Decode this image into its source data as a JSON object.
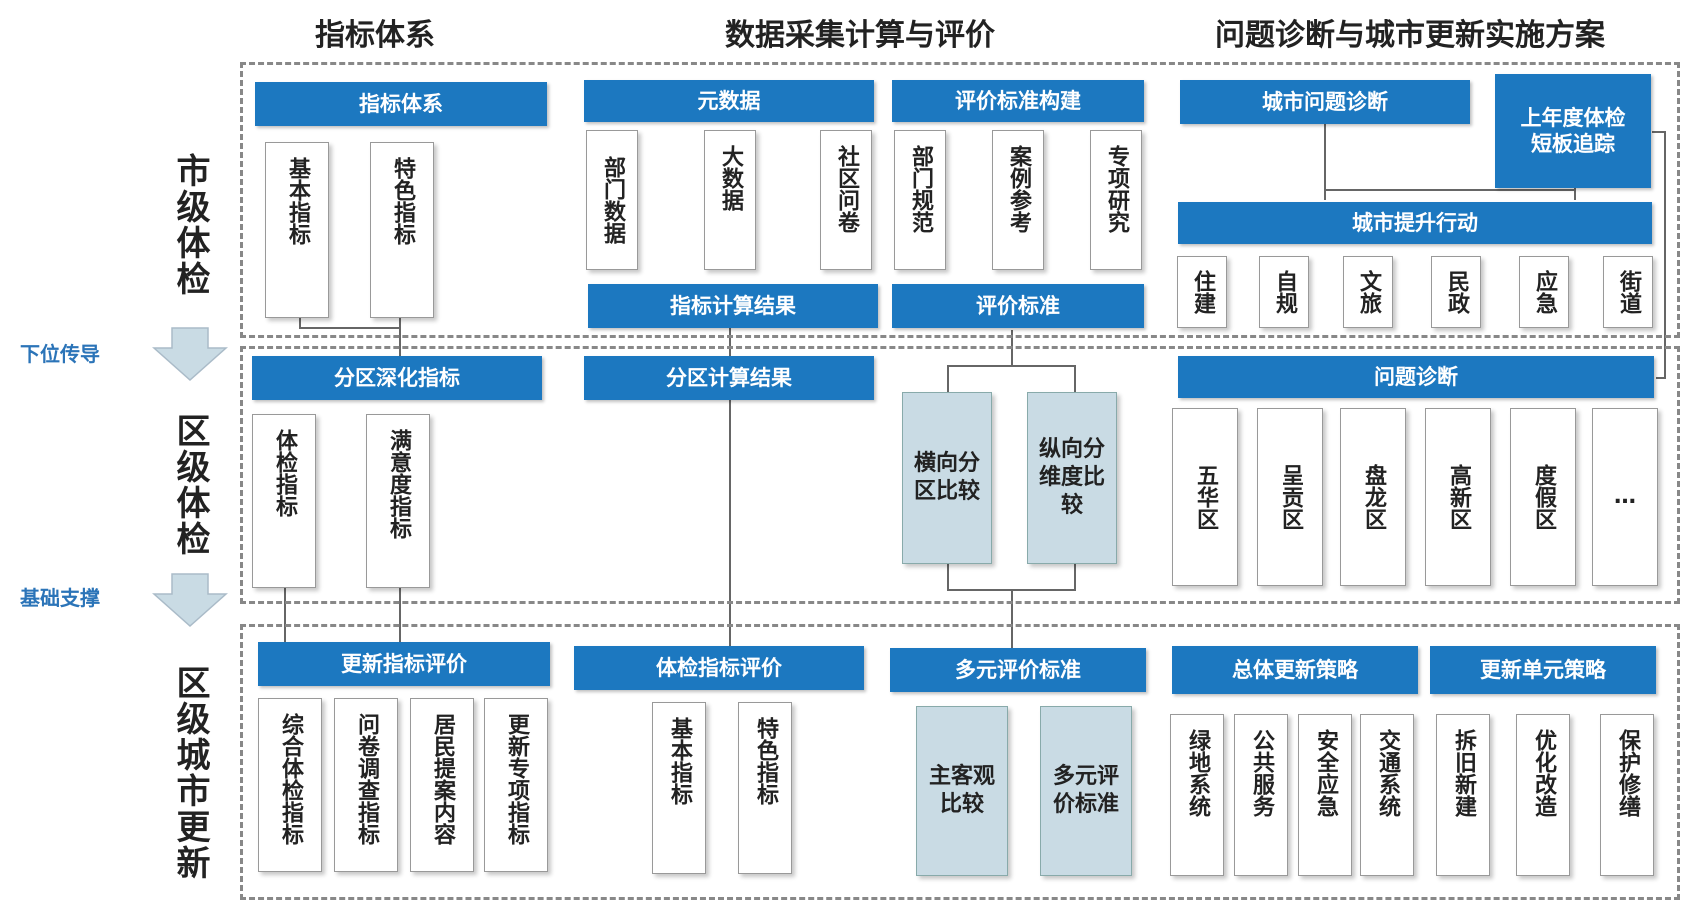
{
  "titles": {
    "col1": "指标体系",
    "col2": "数据采集计算与评价",
    "col3": "问题诊断与城市更新实施方案"
  },
  "rows": {
    "row1": "市级体检",
    "row2": "区级体检",
    "row3": "区级城市更新"
  },
  "arrows": {
    "a1": "下位传导",
    "a2": "基础支撑"
  },
  "city": {
    "index_system": "指标体系",
    "basic_index": "基本指标",
    "feature_index": "特色指标",
    "metadata": "元数据",
    "dept_data": "部门数据",
    "big_data": "大数据",
    "community_survey": "社区问卷",
    "standard_build": "评价标准构建",
    "dept_norm": "部门规范",
    "case_ref": "案例参考",
    "special_study": "专项研究",
    "calc_result": "指标计算结果",
    "eval_standard": "评价标准",
    "problem_diag": "城市问题诊断",
    "last_year": "上年度体检短板追踪",
    "upgrade_action": "城市提升行动",
    "depts": [
      "住建",
      "自规",
      "文旅",
      "民政",
      "应急",
      "街道"
    ]
  },
  "district": {
    "deep_index": "分区深化指标",
    "exam_index": "体检指标",
    "satisfaction_index": "满意度指标",
    "calc_result": "分区计算结果",
    "horizontal": "横向分区比较",
    "vertical": "纵向分维度比较",
    "diagnosis": "问题诊断",
    "districts": [
      "五华区",
      "呈贡区",
      "盘龙区",
      "高新区",
      "度假区",
      "…"
    ]
  },
  "renewal": {
    "renewal_eval": "更新指标评价",
    "items": [
      "综合体检指标",
      "问卷调查指标",
      "居民提案内容",
      "更新专项指标"
    ],
    "exam_eval": "体检指标评价",
    "basic_index": "基本指标",
    "feature_index": "特色指标",
    "multi_standard": "多元评价标准",
    "subj_obj": "主客观比较",
    "multi_eval": "多元评价标准",
    "overall": "总体更新策略",
    "overall_items": [
      "绿地系统",
      "公共服务",
      "安全应急",
      "交通系统"
    ],
    "unit": "更新单元策略",
    "unit_items": [
      "拆旧新建",
      "优化改造",
      "保护修缮"
    ]
  },
  "colors": {
    "header_blue": "#1c78c0",
    "gray_blue": "#c9dbe4",
    "arrow_text": "#2b74b8"
  }
}
